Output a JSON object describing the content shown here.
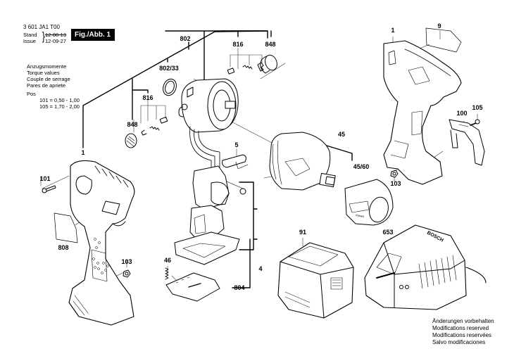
{
  "header": {
    "part_number": "3 601 JA1 T00",
    "stand_label": "Stand",
    "issue_label": "Issue",
    "stand_date_struck": "12-08-13",
    "issue_date": "12-09-27",
    "figure_label": "Fig./Abb. 1"
  },
  "torque": {
    "lines": [
      "Anzugsmomente",
      "Torque values",
      "Couple de serrage",
      "Pares de apriete"
    ],
    "pos_label": "Pos",
    "values": [
      "101 =  0,50  -  1,00",
      "105 =  1,70  -  2,00"
    ]
  },
  "footer": {
    "lines": [
      "Änderungen vorbehalten",
      "Modifications reserved",
      "Modifications reservées",
      "Salvo modificaciones"
    ]
  },
  "callouts": {
    "c802": "802",
    "c802_33": "802/33",
    "c816_top": "816",
    "c848_top": "848",
    "c816_left": "816",
    "c848_left": "848",
    "c1_left": "1",
    "c101": "101",
    "c808": "808",
    "c103_left": "103",
    "c5": "5",
    "c46": "46",
    "c4": "4",
    "c804": "804",
    "c45": "45",
    "c45_60": "45/60",
    "c91": "91",
    "c653": "653",
    "c1_right": "1",
    "c9": "9",
    "c100": "100",
    "c105": "105",
    "c103_right": "103"
  },
  "brand": {
    "charger_logo": "BOSCH",
    "gearbox_logo": "Impact"
  }
}
